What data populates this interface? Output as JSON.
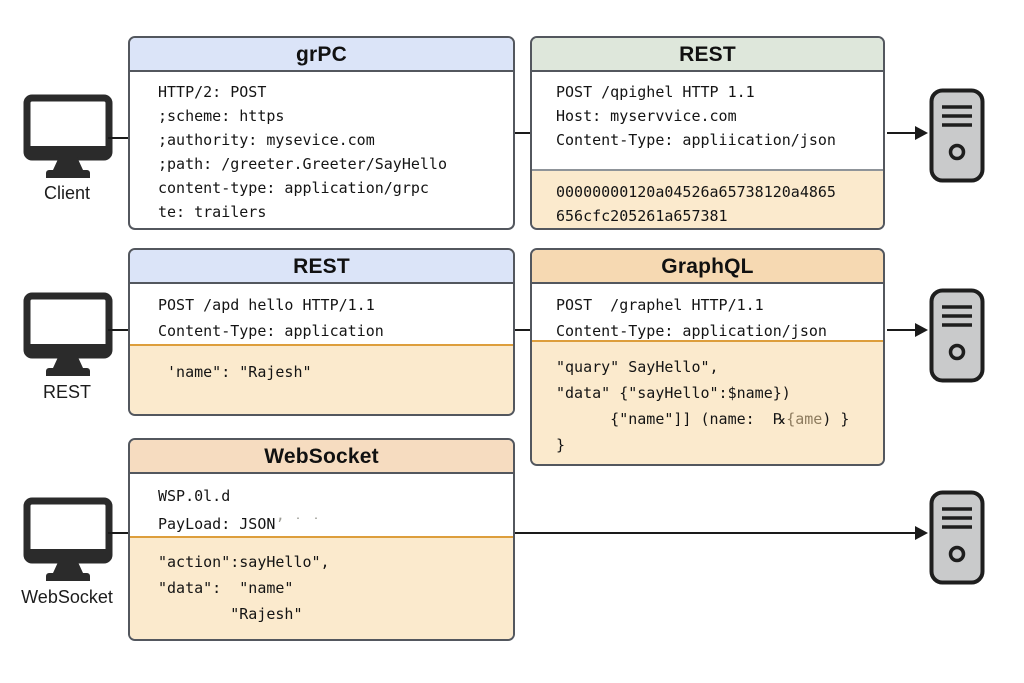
{
  "clients": [
    {
      "label": "Client"
    },
    {
      "label": "REST"
    },
    {
      "label": "WebSocket"
    }
  ],
  "cards": {
    "grpc": {
      "title": "grPC",
      "body": [
        "HTTP/2: POST",
        ";scheme: https",
        ";authority: mysevice.com",
        ";path: /greeter.Greeter/SayHello",
        "content-type: application/grpc",
        "te: trailers"
      ]
    },
    "rest_top": {
      "title": "REST",
      "body": [
        "POST /qpighel HTTP 1.1",
        "Host: myservvice.com",
        "Content-Type: appliication/json"
      ],
      "payload": [
        "00000000120a04526a65738120a4865",
        "656cfc205261a657381"
      ]
    },
    "rest_mid": {
      "title": "REST",
      "body": [
        "POST /apd hello HTTP/1.1",
        "Content-Type: application"
      ],
      "payload": [
        " 'name\": \"Rajesh\""
      ]
    },
    "graphql": {
      "title": "GraphQL",
      "body": [
        "POST  /graphel HTTP/1.1",
        "Content-Type: application/json"
      ],
      "payload_1": "\"quary\" SayHello\",",
      "payload_2": "\"data\" {\"sayHello\":$name})",
      "payload_3_pre": "      {\"name\"]] (name:  ℞",
      "payload_3_gray": "{ame",
      "payload_3_post": ") }",
      "payload_4": "}"
    },
    "websocket": {
      "title": "WebSocket",
      "body_1": "WSP.0l.d",
      "body_2": "PayLoad: JSON",
      "body_2_faint": "ʼ ˙ ˙",
      "payload": [
        "\"action\":sayHello\",",
        "\"data\":  \"name\"",
        "        \"Rajesh\""
      ]
    }
  },
  "colors": {
    "header_blue": "#dbe4f8",
    "header_green": "#dee7db",
    "header_orange": "#f6d9b2",
    "header_peach": "#f6dcc0",
    "payload_background": "#fbeacd",
    "divider_orange": "#dd9e3c",
    "divider_gray": "#8f9499",
    "card_border": "#53575e",
    "server_fill": "#c9cacb"
  }
}
